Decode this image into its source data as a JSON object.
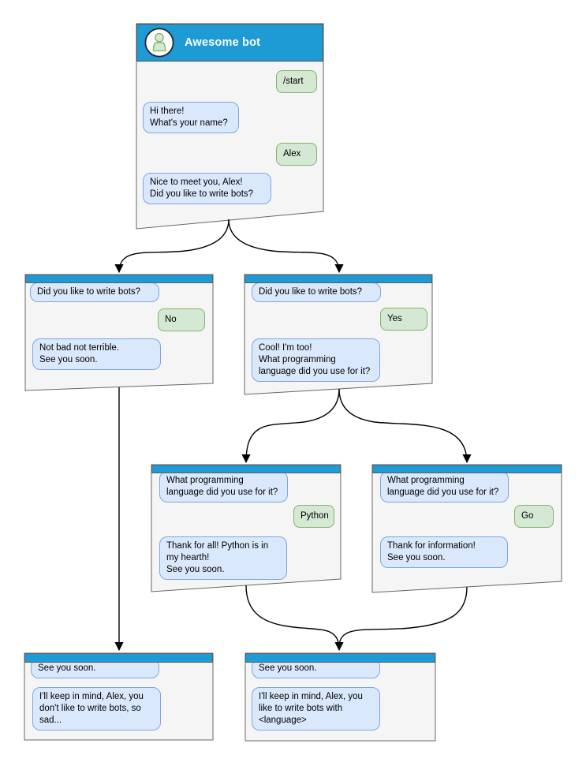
{
  "colors": {
    "header_blue": "#1e9ad5",
    "window_fill": "#f5f5f5",
    "window_border": "#666666",
    "bot_bubble_fill": "#dae8fc",
    "bot_bubble_border": "#7ea6e0",
    "user_bubble_fill": "#d5e8d4",
    "user_bubble_border": "#82b366",
    "arrow": "#000000"
  },
  "windows": {
    "start": {
      "title": "Awesome bot",
      "avatar_icon": "person-icon",
      "messages": {
        "cmd_start": "/start",
        "ask_name": "Hi there!\nWhat's your name?",
        "user_name": "Alex",
        "ask_bots": "Nice to meet you, Alex!\nDid you like to write bots?"
      }
    },
    "branch_no": {
      "messages": {
        "question": "Did you like to write bots?",
        "answer": "No",
        "reply": "Not bad not terrible.\nSee you soon."
      }
    },
    "branch_yes": {
      "messages": {
        "question": "Did you like to write bots?",
        "answer": "Yes",
        "reply": "Cool! I'm too!\nWhat programming\nlanguage did you use for it?"
      }
    },
    "branch_python": {
      "messages": {
        "question": "What programming\nlanguage did you use for it?",
        "answer": "Python",
        "reply": "Thank for all! Python is in\nmy hearth!\nSee you soon."
      }
    },
    "branch_go": {
      "messages": {
        "question": "What programming\nlanguage did you use for it?",
        "answer": "Go",
        "reply": "Thank for information!\nSee you soon."
      }
    },
    "end_no": {
      "messages": {
        "question": "See you soon.",
        "reply": "I'll keep in mind, Alex, you\ndon't like to write bots, so\nsad..."
      }
    },
    "end_yes": {
      "messages": {
        "question": "See you soon.",
        "reply": "I'll keep in mind, Alex, you\nlike to write bots with\n<language>"
      }
    }
  }
}
